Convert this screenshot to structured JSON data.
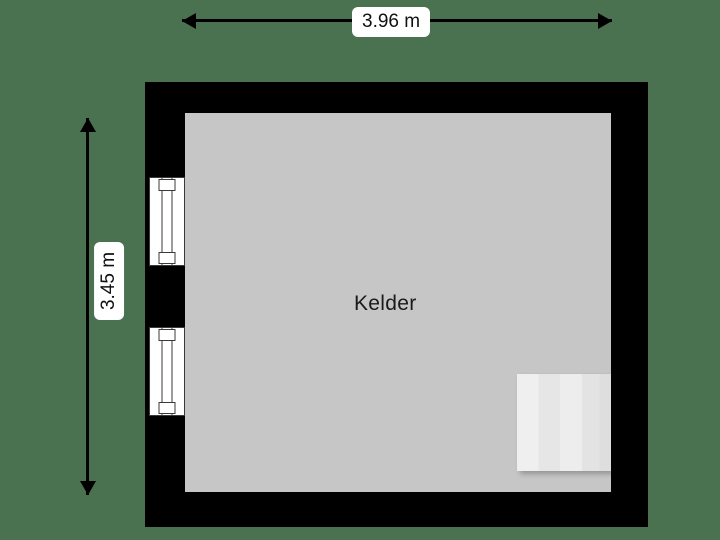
{
  "plan": {
    "background_color": "#4a7150",
    "wall_color": "#000000",
    "floor_color": "#c6c6c6",
    "room": {
      "label": "Kelder"
    },
    "dimensions": {
      "width_label": "3.96 m",
      "height_label": "3.45 m"
    },
    "features": {
      "window_top_name": "window",
      "window_bottom_name": "window",
      "stair_block_name": "stairs"
    }
  }
}
